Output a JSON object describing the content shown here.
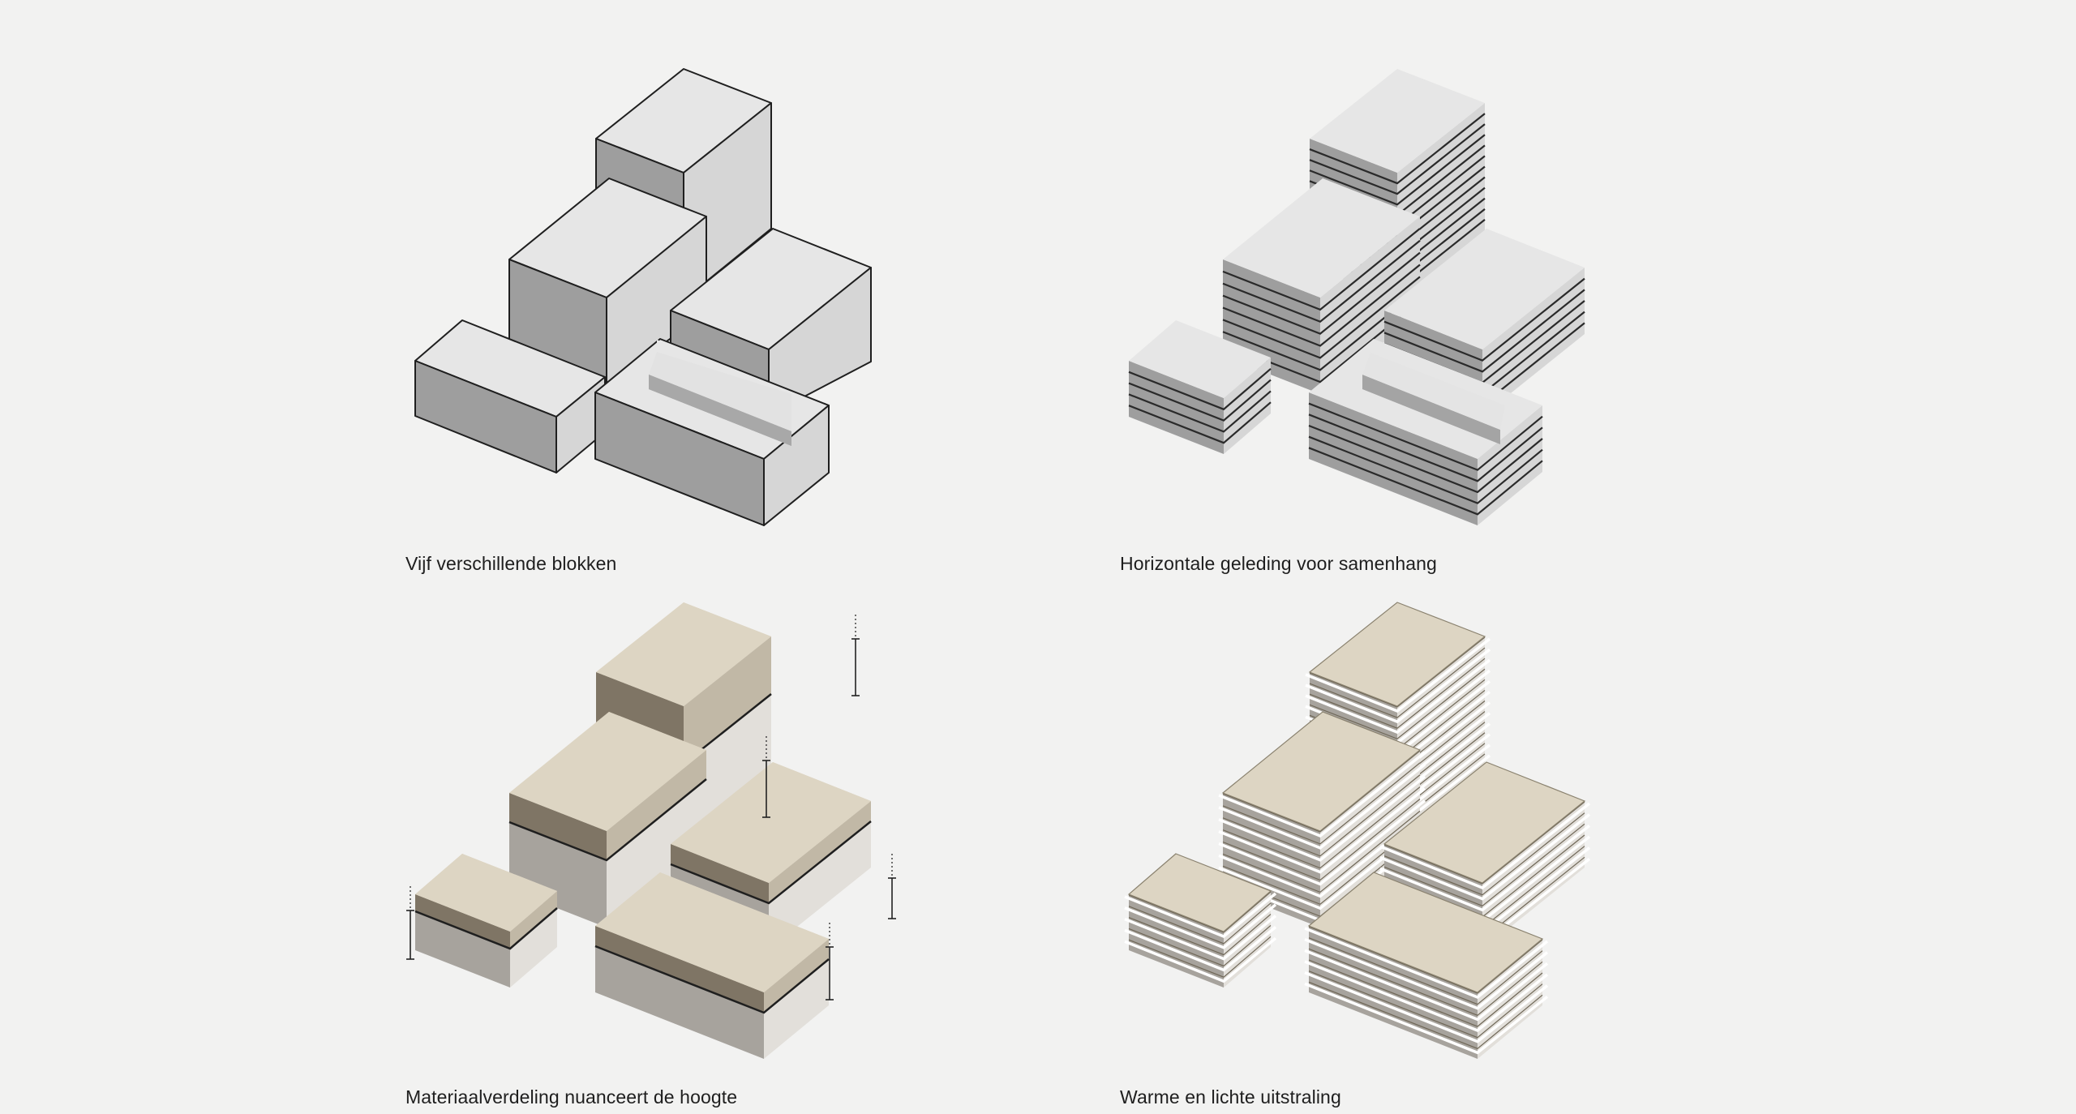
{
  "captions": {
    "blocks": "Vijf verschillende blokken",
    "horizontal": "Horizontale geleding voor samenhang",
    "material": "Materiaalverdeling nuanceert de hoogte",
    "warm": "Warme en lichte uitstraling"
  },
  "palette": {
    "background": "#f2f2f1",
    "grey_top": "#e6e6e6",
    "grey_left": "#9e9e9e",
    "grey_right": "#d6d6d6",
    "beige_top": "#ddd5c3",
    "beige_left": "#7f7565",
    "beige_right": "#c1b8a6",
    "stone_left": "#a7a39d",
    "stone_right": "#e2dfda",
    "outline": "#1f1f1f"
  }
}
